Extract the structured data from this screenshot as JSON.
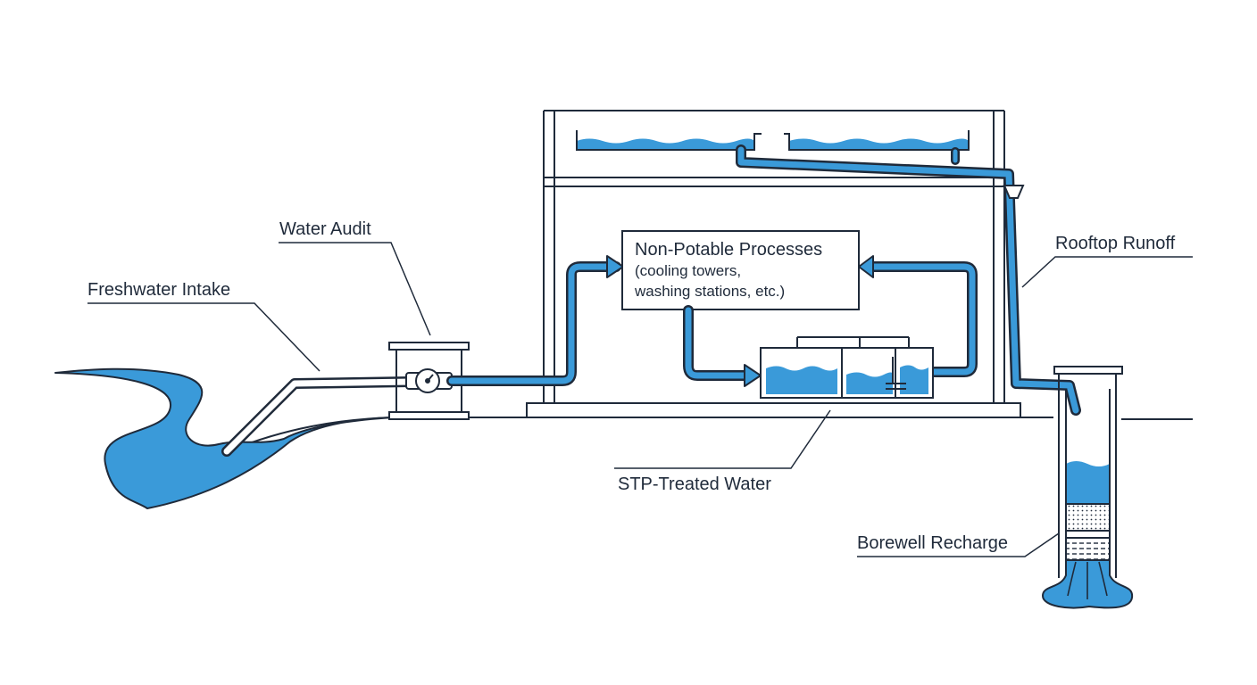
{
  "labels": {
    "freshwater_intake": "Freshwater Intake",
    "water_audit": "Water Audit",
    "process_title": "Non-Potable Processes",
    "process_line1": "(cooling towers,",
    "process_line2": "washing stations, etc.)",
    "rooftop_runoff": "Rooftop Runoff",
    "stp_treated_water": "STP-Treated Water",
    "borewell_recharge": "Borewell Recharge"
  },
  "colors": {
    "outline": "#1f2a3a",
    "water": "#3a9ad9",
    "background": "#ffffff"
  }
}
